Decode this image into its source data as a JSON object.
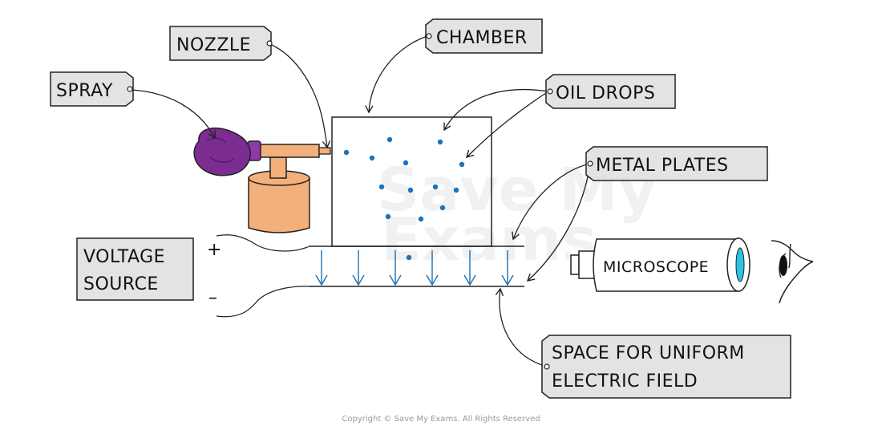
{
  "labels": {
    "nozzle": "NOZZLE",
    "chamber": "CHAMBER",
    "spray": "SPRAY",
    "oil_drops": "OIL DROPS",
    "metal_plates": "METAL PLATES",
    "voltage_line1": "VOLTAGE",
    "voltage_line2": "SOURCE",
    "microscope": "MICROSCOPE",
    "field_line1": "SPACE FOR UNIFORM",
    "field_line2": "ELECTRIC FIELD",
    "plus": "+",
    "minus": "–"
  },
  "watermark": {
    "line1": "Save My",
    "line2": "Exams"
  },
  "copyright": "Copyright © Save My Exams. All Rights Reserved",
  "colors": {
    "bulb": "#7b2d91",
    "nozzle_body": "#f3b07a",
    "drop": "#1f73b7",
    "field_arrow": "#2a78b8",
    "lens": "#29c3e6",
    "tag_fill": "#e3e3e3"
  }
}
